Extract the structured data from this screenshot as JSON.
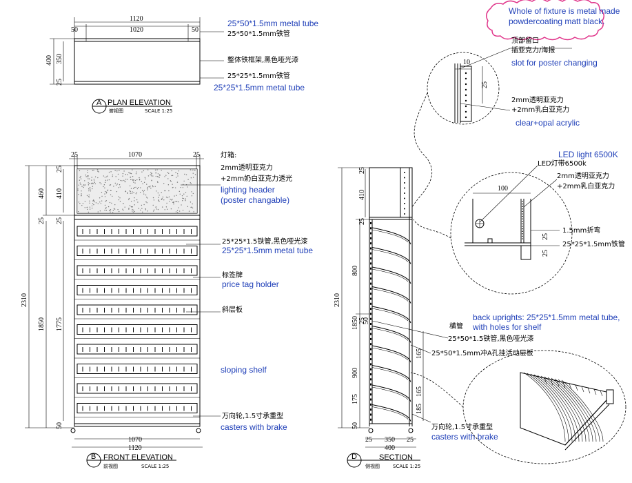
{
  "cloud_note": {
    "line1": "Whole of fixture is metal made",
    "line2": "powdercoating matt black."
  },
  "plan": {
    "dims": {
      "total": "1120",
      "left": "50",
      "mid": "1020",
      "right": "50",
      "h_total": "400",
      "h_mid": "350",
      "h_bot": "25"
    },
    "label_top_en": "25*50*1.5mm metal tube",
    "label_top_cn": "25*50*1.5mm铁管",
    "label_frame_cn": "整体铁框架,黑色哑光漆",
    "label_bot_cn": "25*25*1.5mm铁管",
    "label_bot_en": "25*25*1.5mm metal tube",
    "title_letter": "A",
    "title": "PLAN ELEVATION",
    "title_cn": "俯视图",
    "scale": "SCALE  1:25"
  },
  "front": {
    "dims": {
      "top_l": "25",
      "top_mid": "1070",
      "top_r": "25",
      "bot_mid": "1070",
      "bot_total": "1120",
      "h_total": "2310",
      "h_460": "460",
      "h_410": "410",
      "h_25a": "25",
      "h_25b": "25",
      "h_1850": "1850",
      "h_1775": "1775",
      "h_50": "50",
      "h_25c": "25"
    },
    "lighting_cn1": "灯箱:",
    "lighting_cn2": "2mm透明亚克力",
    "lighting_cn3": "+2mm奶白亚克力透光",
    "lighting_en1": "lighting header",
    "lighting_en2": "(poster changable)",
    "tube_cn": "25*25*1.5铁管,黑色哑光漆",
    "tube_en": "25*25*1.5mm metal tube",
    "price_cn": "标签牌",
    "price_en": "price tag holder",
    "shelf_cn": "斜层板",
    "shelf_en": "sloping shelf",
    "caster_cn": "万向轮,1.5寸承重型",
    "caster_en": "casters with brake",
    "title_letter": "B",
    "title": "FRONT ELEVATION",
    "title_cn": "前视图",
    "scale": "SCALE  1:25"
  },
  "section": {
    "dims": {
      "h_2310": "2310",
      "h_1850": "1850",
      "h_800": "800",
      "h_900": "900",
      "h_175": "175",
      "h_50": "50",
      "h_410": "410",
      "h_25a": "25",
      "h_25b": "25",
      "h_25c": "25",
      "d_25": "25",
      "d_350": "350",
      "d_25b": "25",
      "d_400": "400",
      "s_165a": "165",
      "s_165b": "165",
      "s_185": "185",
      "s_50": "50"
    },
    "uprights_en1": "back uprights: 25*25*1.5mm metal tube,",
    "uprights_en2": "with holes for shelf",
    "crossbar_cn": "横管",
    "crossbar_spec_cn": "25*50*1.5铁管,黑色哑光漆",
    "holes_cn": "25*50*1.5mm冲A孔挂活动层板",
    "caster_cn": "万向轮,1.5寸承重型",
    "caster_en": "casters with brake",
    "title_letter": "D",
    "title": "SECTION",
    "title_cn": "侧视图",
    "scale": "SCALE  1:25"
  },
  "detail_top": {
    "cn1": "顶部留口",
    "cn2": "插亚克力/海报",
    "en": "slot for poster changing",
    "dim_10": "10",
    "dim_25": "25",
    "acrylic_cn1": "2mm透明亚克力",
    "acrylic_cn2": "+2mm乳白亚克力",
    "acrylic_en": "clear+opal acrylic"
  },
  "detail_led": {
    "en": "LED light 6500K",
    "cn": "LED灯带6500k",
    "dim_100": "100",
    "acrylic_cn1": "2mm透明亚克力",
    "acrylic_cn2": "+2mm乳白亚克力",
    "fold_cn": "1.5mm折弯",
    "tube_cn": "25*25*1.5mm铁管",
    "dim_25a": "25",
    "dim_25b": "25"
  }
}
